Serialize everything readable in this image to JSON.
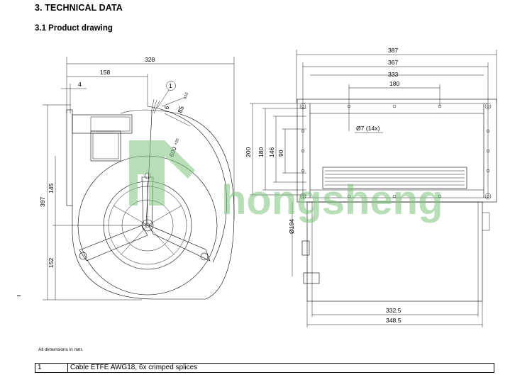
{
  "heading": "3. TECHNICAL DATA",
  "subheading": "3.1 Product drawing",
  "watermark": "hongsheng",
  "front_view": {
    "dims": {
      "d328": "328",
      "d158": "158",
      "d4": "4",
      "d397": "397",
      "d145": "145",
      "d152": "152",
      "d6": "6",
      "d85": "85",
      "d85_tol": "±10",
      "d600": "600",
      "d600_tol": "+20",
      "callout": "1"
    }
  },
  "side_view": {
    "dims": {
      "d387": "387",
      "d367": "367",
      "d333": "333",
      "d180": "180",
      "d200": "200",
      "d180v": "180",
      "d146": "146",
      "d90": "90",
      "hole": "Ø7 (14x)",
      "d194": "Ø194",
      "d332_5": "332.5",
      "d348_5": "348.5"
    }
  },
  "footnote": "All dimensions in mm.",
  "table": {
    "rows": [
      {
        "num": "1",
        "desc": "Cable ETFE AWG18, 6x crimped splices"
      }
    ]
  },
  "colors": {
    "watermark": "#7dc47d",
    "lines": "#000000",
    "fan_fill": "#ffffff"
  }
}
